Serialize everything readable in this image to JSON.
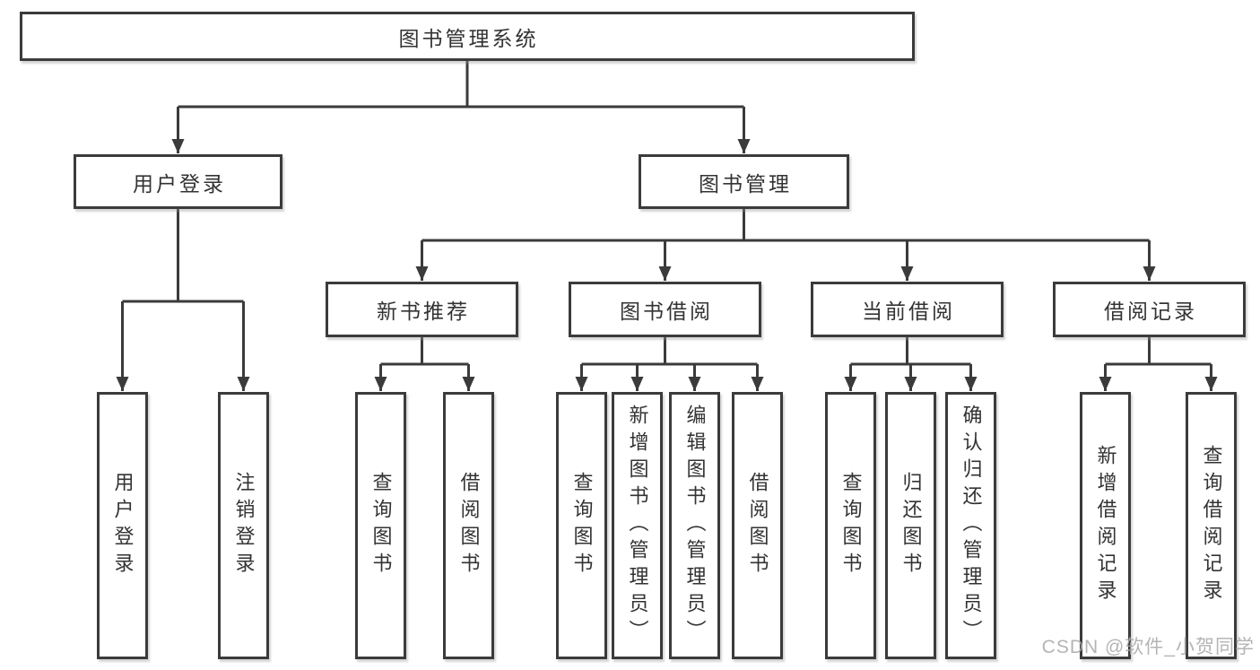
{
  "colors": {
    "line": "#3b3b3b",
    "text": "#333333",
    "watermark": "#a8a8a8"
  },
  "watermark": {
    "text": "CSDN @软件_小贺同学"
  },
  "tree": {
    "label": "图书管理系统",
    "children": [
      {
        "label": "用户登录",
        "children": [
          {
            "label": "用户登录"
          },
          {
            "label": "注销登录"
          }
        ]
      },
      {
        "label": "图书管理",
        "children": [
          {
            "label": "新书推荐",
            "children": [
              {
                "label": "查询图书"
              },
              {
                "label": "借阅图书"
              }
            ]
          },
          {
            "label": "图书借阅",
            "children": [
              {
                "label": "查询图书"
              },
              {
                "label": "新增图书（管理员）"
              },
              {
                "label": "编辑图书（管理员）"
              },
              {
                "label": "借阅图书"
              }
            ]
          },
          {
            "label": "当前借阅",
            "children": [
              {
                "label": "查询图书"
              },
              {
                "label": "归还图书"
              },
              {
                "label": "确认归还（管理员）"
              }
            ]
          },
          {
            "label": "借阅记录",
            "children": [
              {
                "label": "新增借阅记录"
              },
              {
                "label": "查询借阅记录"
              }
            ]
          }
        ]
      }
    ]
  }
}
